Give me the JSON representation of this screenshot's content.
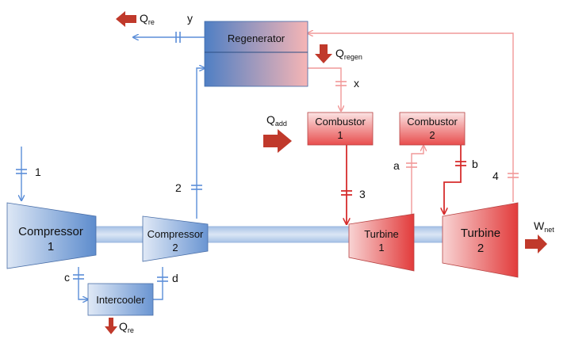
{
  "colors": {
    "blue_dark": "#4a7cc0",
    "blue_light": "#d8e4f4",
    "red_dark": "#e03434",
    "red_light": "#fbdcdc",
    "pink_line": "#f19898",
    "blue_line": "#5b8ed8",
    "arrow_red": "#c0392b"
  },
  "components": {
    "regenerator": "Regenerator",
    "compressor1": [
      "Compressor",
      "1"
    ],
    "compressor2": [
      "Compressor",
      "2"
    ],
    "intercooler": "Intercooler",
    "combustor1": [
      "Combustor",
      "1"
    ],
    "combustor2": [
      "Combustor",
      "2"
    ],
    "turbine1": [
      "Turbine",
      "1"
    ],
    "turbine2": [
      "Turbine",
      "2"
    ]
  },
  "heat_labels": {
    "q_re_top": {
      "main": "Q",
      "sub": "re"
    },
    "q_regen": {
      "main": "Q",
      "sub": "regen"
    },
    "q_add": {
      "main": "Q",
      "sub": "add"
    },
    "q_re_bottom": {
      "main": "Q",
      "sub": "re"
    },
    "w_net": {
      "main": "W",
      "sub": "net"
    }
  },
  "state_points": {
    "p1": "1",
    "p2": "2",
    "p3": "3",
    "p4": "4",
    "pa": "a",
    "pb": "b",
    "pc": "c",
    "pd": "d",
    "px": "x",
    "py": "y"
  }
}
